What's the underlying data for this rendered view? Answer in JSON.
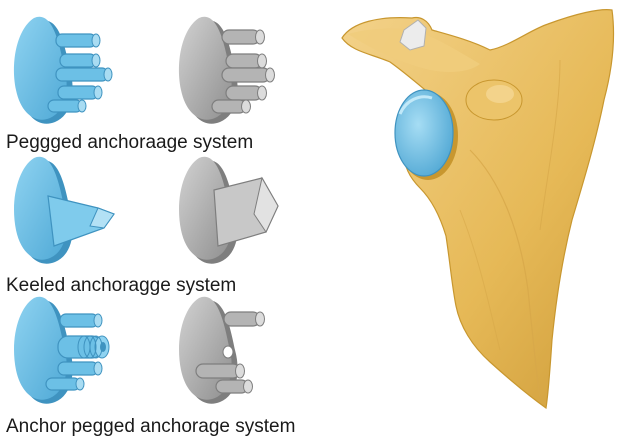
{
  "captions": {
    "pegged": "Peggged anchoraage system",
    "keeled": "Keeled anchoragge system",
    "anchor_pegged": "Anchor pegged anchorage system"
  },
  "colors": {
    "implant_blue": "#6cc0e6",
    "implant_blue_dark": "#3f93c0",
    "implant_gray": "#b4b4b4",
    "implant_gray_dark": "#7e7e7e",
    "bone": "#e8bd5c",
    "bone_dark": "#c8972f",
    "bone_light": "#f3d48c"
  },
  "icons": {
    "pegged_blue": "pegged-glenoid-implant-blue",
    "pegged_gray": "pegged-glenoid-implant-gray",
    "keeled_blue": "keeled-glenoid-implant-blue",
    "keeled_gray": "keeled-glenoid-implant-gray",
    "anchor_blue": "anchor-pegged-glenoid-implant-blue",
    "anchor_gray": "anchor-pegged-glenoid-implant-gray",
    "scapula": "scapula-with-glenoid-implant"
  }
}
